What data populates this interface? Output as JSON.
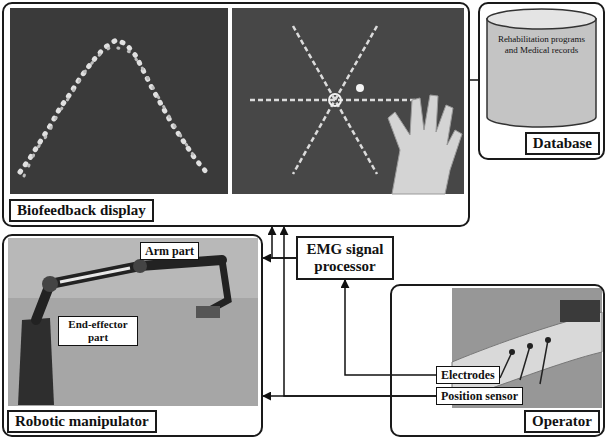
{
  "diagram": {
    "nodes": [
      {
        "text": [
          "Biofeedback display"
        ]
      },
      {
        "text": [
          "Database"
        ]
      },
      {
        "text": [
          "Rehabilitation programs and Medical records"
        ],
        "in": 1
      },
      {
        "text": [
          "Robotic manipulator"
        ]
      },
      {
        "text": [
          "Arm part"
        ],
        "in": 3
      },
      {
        "text": [
          "End-effector part"
        ],
        "in": 3
      },
      {
        "text": [
          "EMG signal processor"
        ]
      },
      {
        "text": [
          "Operator"
        ]
      },
      {
        "text": [
          "Electrodes"
        ],
        "in": 7
      },
      {
        "text": [
          "Position sensor"
        ],
        "in": 7
      }
    ],
    "edges": [
      {
        "from": 1,
        "to": 0,
        "arrow": "none"
      },
      {
        "from": 6,
        "to": 0,
        "arrow": "to"
      },
      {
        "from": 6,
        "to": 3,
        "arrow": "to"
      },
      {
        "from": 8,
        "to": 6,
        "arrow": "to"
      },
      {
        "from": 9,
        "to": 0,
        "arrow": "to"
      },
      {
        "from": 9,
        "to": 3,
        "arrow": "to"
      }
    ]
  }
}
